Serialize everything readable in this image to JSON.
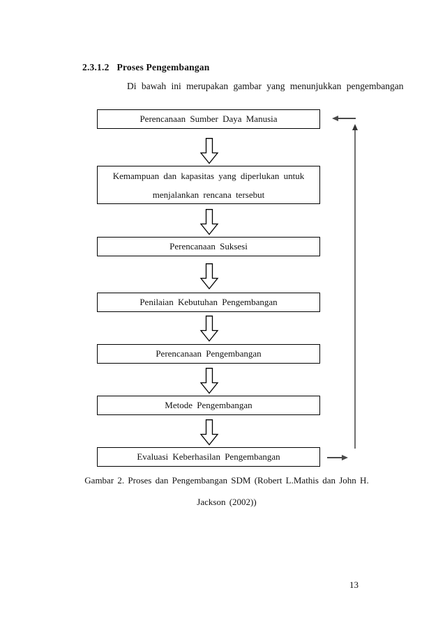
{
  "document": {
    "section": {
      "number": "2.3.1.2",
      "title": "Proses Pengembangan"
    },
    "intro_text": "Di bawah ini merupakan gambar yang menunjukkan pengembangan",
    "page_number": "13"
  },
  "flowchart": {
    "boxes": [
      {
        "lines": [
          "Perencanaan Sumber Daya Manusia"
        ]
      },
      {
        "lines": [
          "Kemampuan dan kapasitas yang diperlukan untuk",
          "menjalankan rencana tersebut"
        ]
      },
      {
        "lines": [
          "Perencanaan Suksesi"
        ]
      },
      {
        "lines": [
          "Penilaian Kebutuhan Pengembangan"
        ]
      },
      {
        "lines": [
          "Perencanaan Pengembangan"
        ]
      },
      {
        "lines": [
          "Metode Pengembangan"
        ]
      },
      {
        "lines": [
          "Evaluasi Keberhasilan Pengembangan"
        ]
      }
    ],
    "box_border_color": "#000000",
    "feedback_arrow_color": "#4a4a4a",
    "down_arrow_fill": "#ffffff",
    "down_arrow_stroke": "#000000"
  },
  "caption": {
    "line1": "Gambar 2. Proses dan Pengembangan  SDM (Robert L.Mathis  dan John H.",
    "line2": "Jackson (2002))"
  }
}
